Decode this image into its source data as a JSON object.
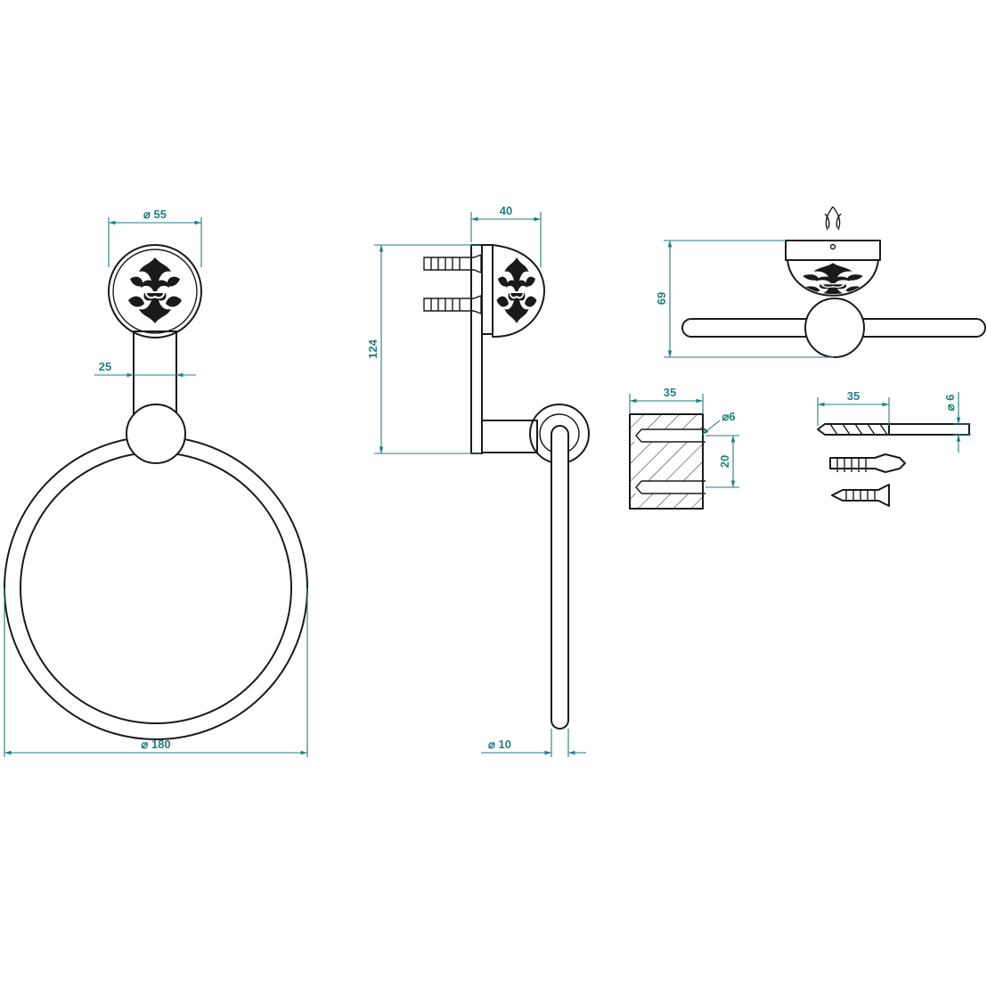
{
  "colors": {
    "dimension": "#1f7f7f",
    "outline": "#1a1a1a",
    "background": "#ffffff"
  },
  "views": {
    "front": {
      "rosette_diameter": "⌀ 55",
      "stem_width": "25",
      "ring_diameter": "⌀ 180"
    },
    "side": {
      "rosette_depth": "40",
      "height": "124",
      "bar_diameter": "⌀ 10"
    },
    "top": {
      "height": "69"
    },
    "mounting": {
      "block_width": "35",
      "hole_diameter": "⌀6",
      "hole_spacing": "20"
    },
    "drill": {
      "length": "35",
      "diameter": "⌀ 6"
    }
  }
}
